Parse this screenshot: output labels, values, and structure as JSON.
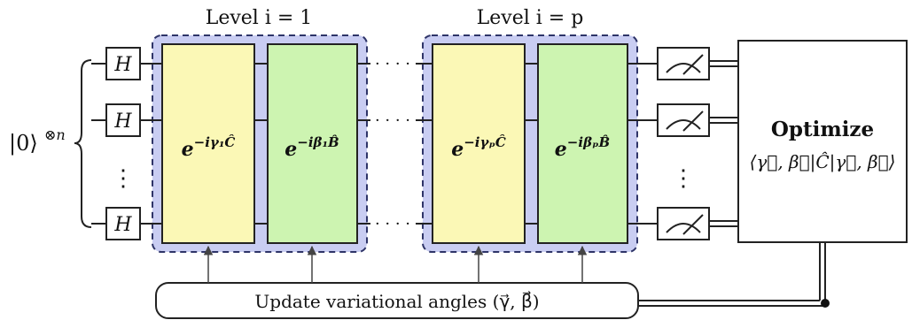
{
  "input_state": {
    "ket": "|0⟩",
    "power": "⊗n"
  },
  "hadamard": {
    "label": "H"
  },
  "ellipsis_vertical": "⋮",
  "ellipsis_horizontal": "· · · ·",
  "levels": [
    {
      "title": "Level i = 1",
      "cost_gate": {
        "base": "e",
        "exp": "−iγ₁Ĉ"
      },
      "mixer_gate": {
        "base": "e",
        "exp": "−iβ₁B̂"
      }
    },
    {
      "title": "Level i = p",
      "cost_gate": {
        "base": "e",
        "exp": "−iγₚĈ"
      },
      "mixer_gate": {
        "base": "e",
        "exp": "−iβₚB̂"
      }
    }
  ],
  "optimizer": {
    "title": "Optimize",
    "expression": "⟨γ⃗, β⃗|Ĉ|γ⃗, β⃗⟩"
  },
  "update_box": {
    "label": "Update variational angles (γ⃗, β⃗)"
  },
  "colors": {
    "level_bg": "#c9cdf2",
    "level_border": "#2e3468",
    "cost_gate": "#fbf8b6",
    "mixer_gate": "#cdf4b1",
    "line": "#222222"
  }
}
